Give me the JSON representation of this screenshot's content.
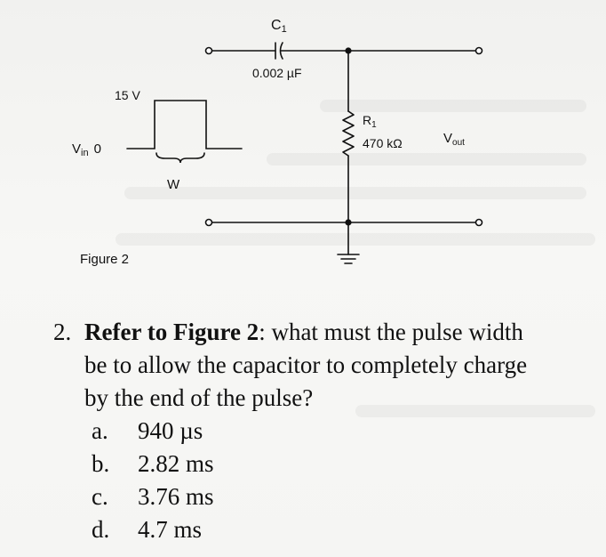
{
  "figure": {
    "capacitor_name_base": "C",
    "capacitor_name_sub": "1",
    "capacitor_value": "0.002 µF",
    "pulse_amplitude": "15 V",
    "vin_base": "V",
    "vin_sub": "in",
    "vin_zero": "0",
    "width_label": "W",
    "resistor_name_base": "R",
    "resistor_name_sub": "1",
    "resistor_value": "470 kΩ",
    "vout_base": "V",
    "vout_sub": "out",
    "caption": "Figure 2"
  },
  "question": {
    "number": "2.",
    "bold_ref": "Refer to Figure 2",
    "line1_rest": ": what must the pulse width",
    "line2": "be to allow the capacitor to completely charge",
    "line3": "by the end of the pulse?",
    "choices": [
      {
        "letter": "a.",
        "text": "940 µs"
      },
      {
        "letter": "b.",
        "text": "2.82 ms"
      },
      {
        "letter": "c.",
        "text": "3.76 ms"
      },
      {
        "letter": "d.",
        "text": "4.7 ms"
      }
    ]
  }
}
